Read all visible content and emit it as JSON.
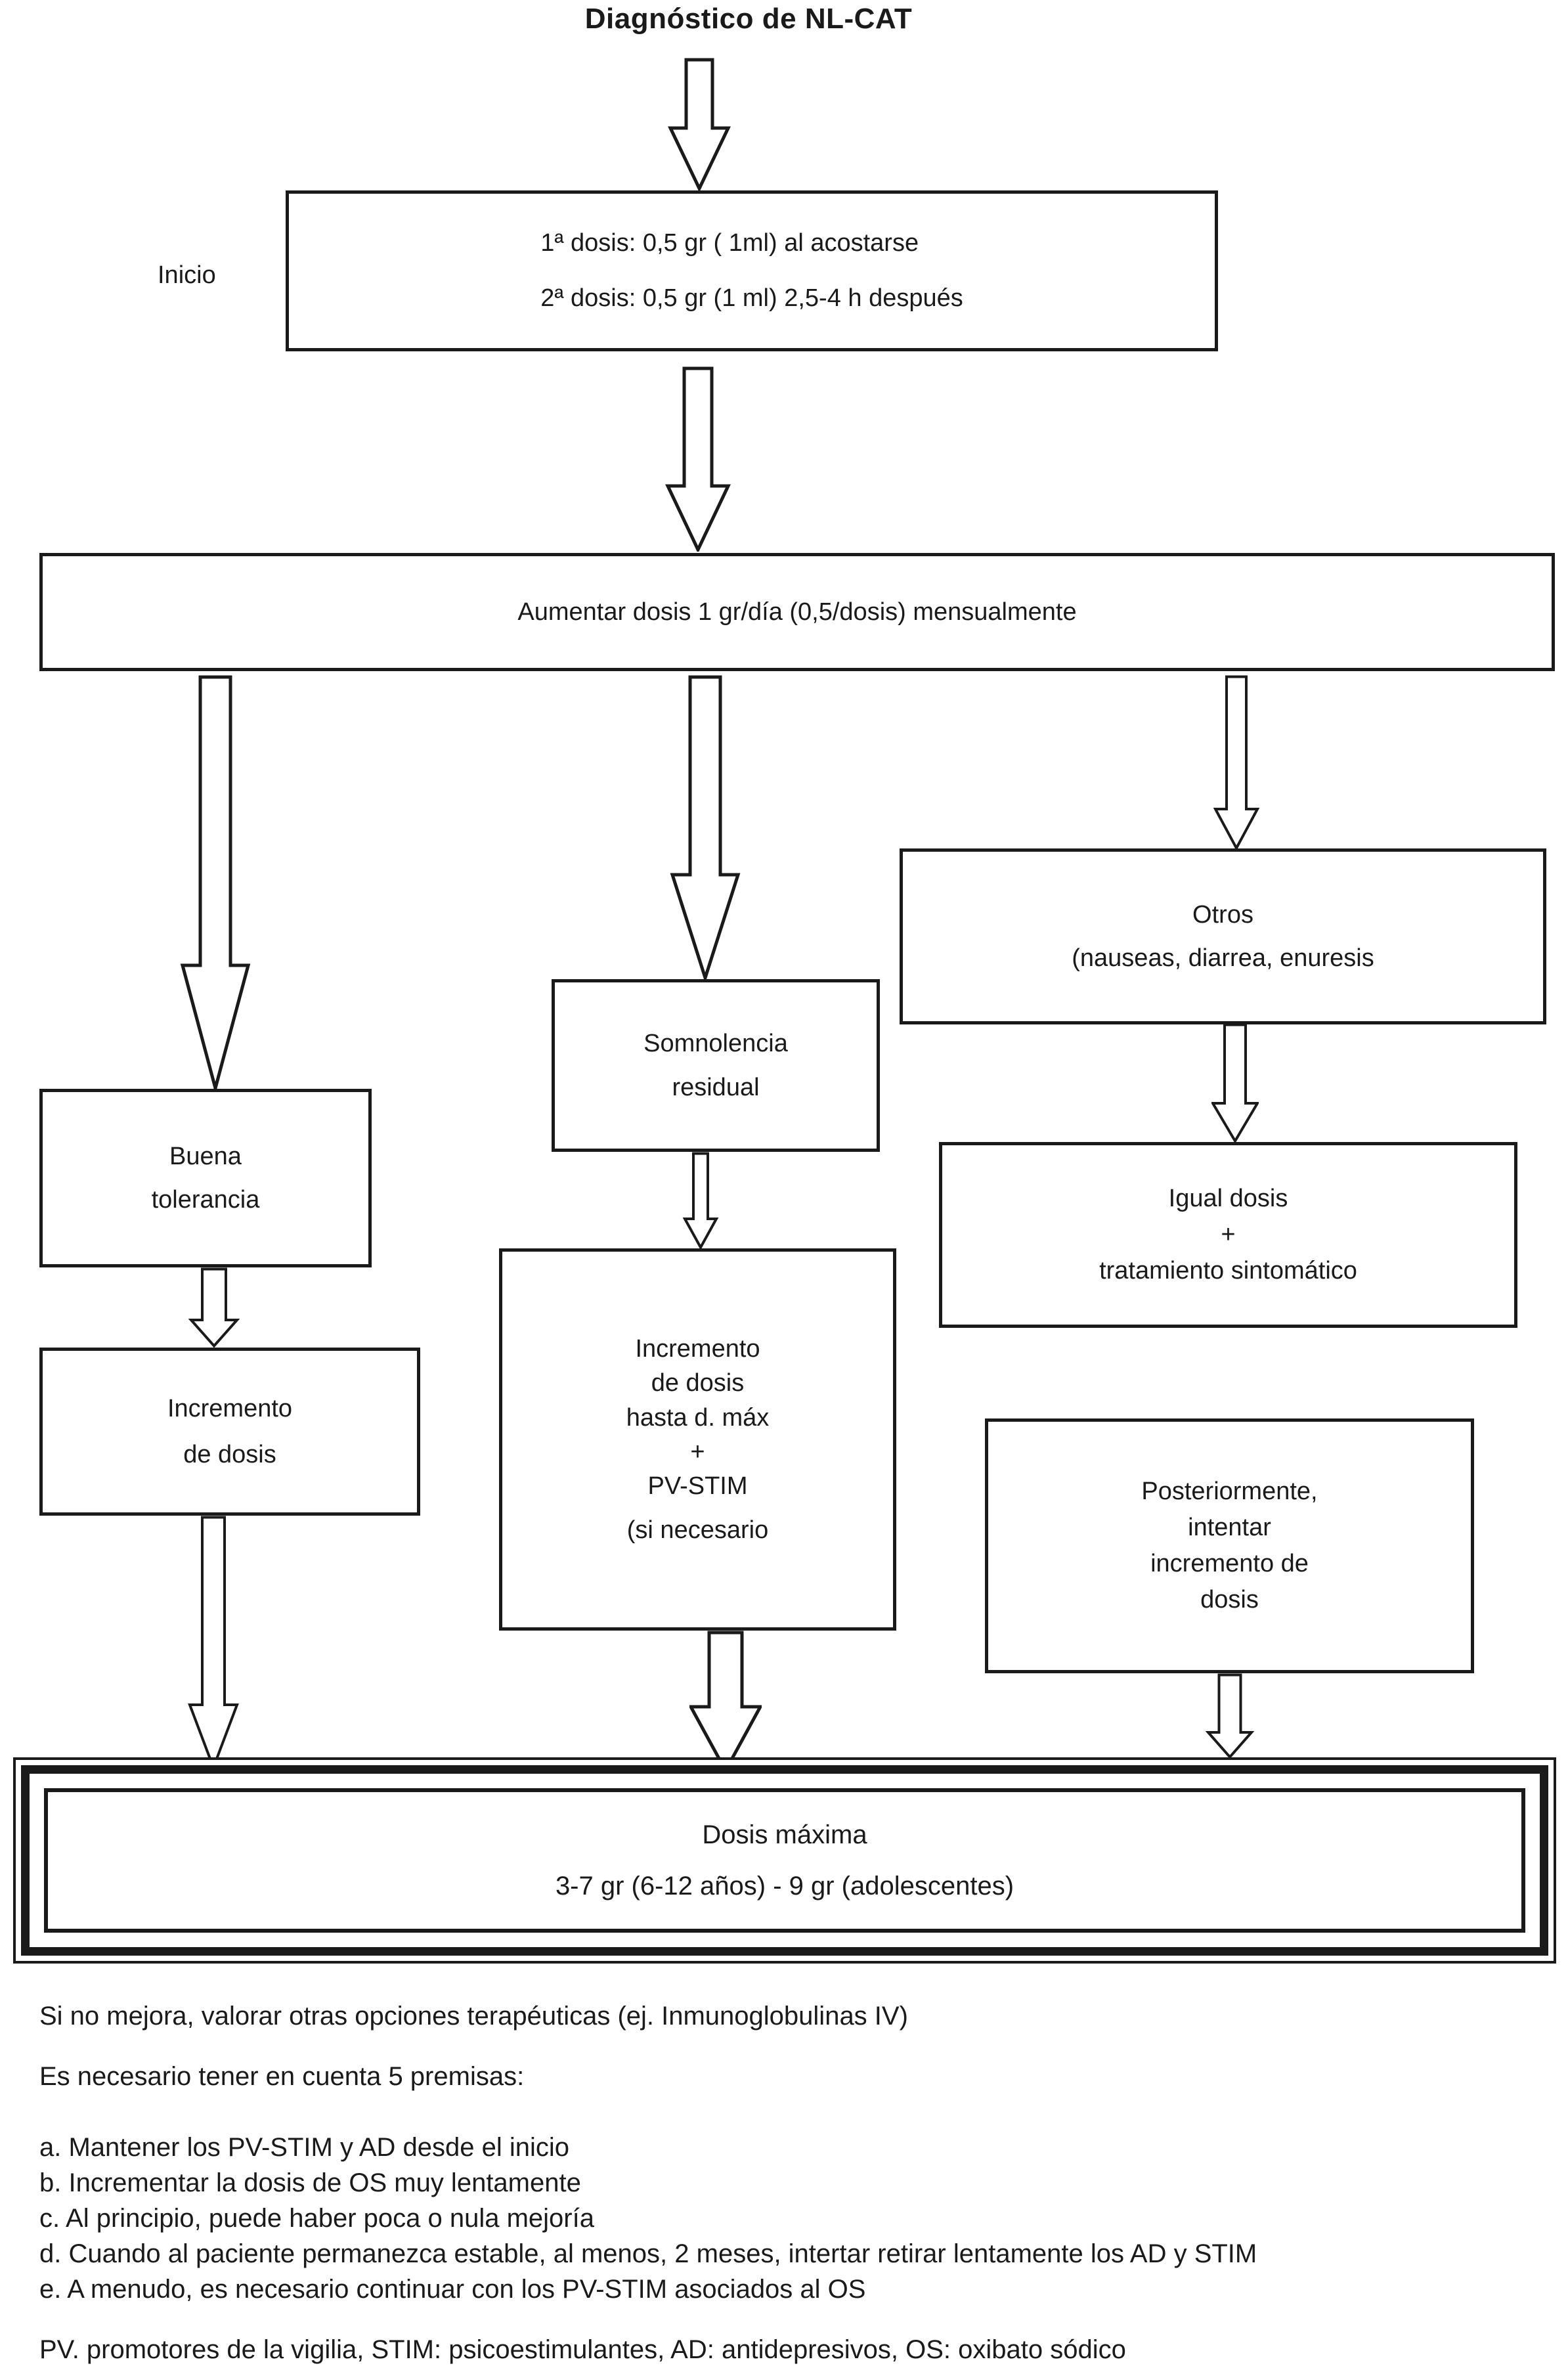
{
  "title": "Diagnóstico de NL-CAT",
  "nodes": {
    "inicio_label": "Inicio",
    "inicio_box": {
      "line1": "1ª dosis: 0,5 gr ( 1ml) al acostarse",
      "line2": "2ª dosis: 0,5 gr (1 ml) 2,5-4 h después"
    },
    "aumentar_box": {
      "line1": "Aumentar dosis 1 gr/día (0,5/dosis) mensualmente"
    },
    "otros_box": {
      "line1": "Otros",
      "line2": "(nauseas, diarrea, enuresis"
    },
    "somnolencia_box": {
      "line1": "Somnolencia",
      "line2": "residual"
    },
    "buena_box": {
      "line1": "Buena",
      "line2": "tolerancia"
    },
    "igual_box": {
      "line1": "Igual dosis",
      "line2": "+",
      "line3": "tratamiento sintomático"
    },
    "incremento_box": {
      "line1": "Incremento",
      "line2": "de dosis"
    },
    "incremento_max_box": {
      "line1": "Incremento",
      "line2": "de dosis",
      "line3": "hasta d. máx",
      "line4": "+",
      "line5": "PV-STIM",
      "line6": "(si necesario"
    },
    "posteriormente_box": {
      "line1": "Posteriormente,",
      "line2": "intentar",
      "line3": "incremento de",
      "line4": "dosis"
    },
    "dosis_maxima_box": {
      "line1": "Dosis máxima",
      "line2": "3-7 gr (6-12 años) - 9 gr (adolescentes)"
    }
  },
  "notes": {
    "line1": "Si no mejora, valorar otras opciones terapéuticas (ej. Inmunoglobulinas IV)",
    "line2": "Es necesario tener en cuenta 5 premisas:",
    "premises": [
      "a. Mantener los PV-STIM y AD desde el inicio",
      "b. Incrementar la dosis de OS muy lentamente",
      "c. Al principio, puede haber poca o nula mejoría",
      "d. Cuando al paciente permanezca estable, al menos, 2 meses, intertar retirar lentamente los AD y STIM",
      "e. A menudo, es necesario continuar con los PV-STIM asociados al OS"
    ],
    "footer": "PV. promotores de la vigilia, STIM: psicoestimulantes, AD: antidepresivos, OS: oxibato sódico"
  },
  "colors": {
    "ink": "#1a1a1a",
    "background": "#ffffff"
  }
}
